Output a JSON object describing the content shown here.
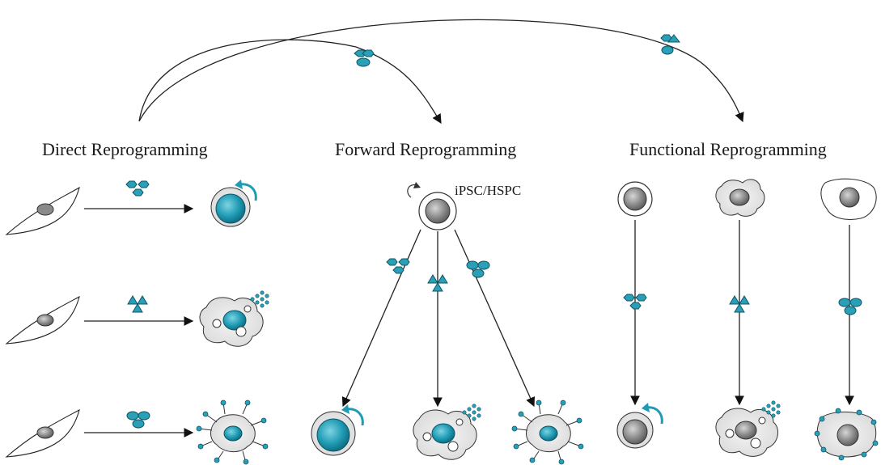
{
  "headings": {
    "direct": "Direct Reprogramming",
    "forward": "Forward Reprogramming",
    "functional": "Functional Reprogramming"
  },
  "source_label": "iPSC/HSPC",
  "colors": {
    "factor_fill": "#2aa0b8",
    "factor_stroke": "#0e5566",
    "cell_fill": "#e6e6e6",
    "nucleus_grey": "#8a8a8a",
    "line": "#222222"
  }
}
